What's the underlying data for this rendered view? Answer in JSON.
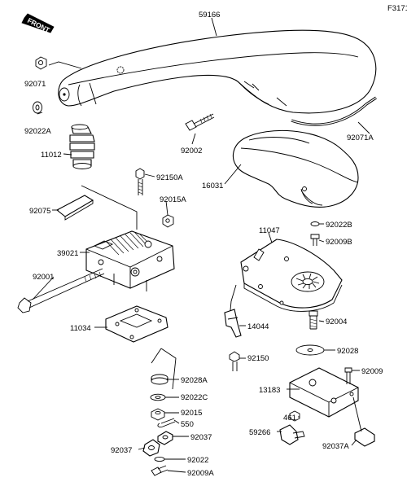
{
  "figure_code": "F3171",
  "front_label": "FRONT",
  "callouts": {
    "c59166": "59166",
    "c92071": "92071",
    "c92022A": "92022A",
    "c92071A": "92071A",
    "c92002": "92002",
    "c11012": "11012",
    "c16031": "16031",
    "c92150A": "92150A",
    "c92015A": "92015A",
    "c92075": "92075",
    "c92022B": "92022B",
    "c92009B": "92009B",
    "c11047": "11047",
    "c39021": "39021",
    "c92001": "92001",
    "c92004": "92004",
    "c14044": "14044",
    "c11034": "11034",
    "c92028": "92028",
    "c92150": "92150",
    "c92028A": "92028A",
    "c92009": "92009",
    "c13183": "13183",
    "c92022C": "92022C",
    "c92015": "92015",
    "c461": "461",
    "c550": "550",
    "c92037": "92037",
    "c59266": "59266",
    "c92037_left": "92037",
    "c92022": "92022",
    "c92037A": "92037A",
    "c92009A": "92009A"
  }
}
